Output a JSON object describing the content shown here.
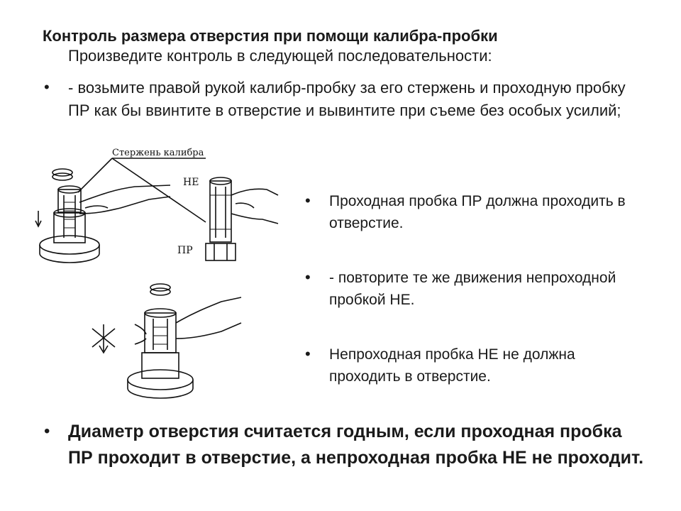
{
  "slide": {
    "title": "Контроль размера отверстия при помощи калибра-пробки",
    "subtitle": "Произведите контроль в следующей последовательности:",
    "bullet_char": "•",
    "step1": "- возьмите правой рукой калибр-пробку за его стержень и проходную пробку ПР как бы ввинтите в отверстие и вывинтите при съеме без особых усилий;",
    "right_bullets": [
      "Проходная пробка ПР должна проходить в отверстие.",
      "- повторите те же движения непроходной пробкой НЕ.",
      "Непроходная пробка НЕ не должна проходить в отверстие."
    ],
    "conclusion": "Диаметр отверстия считается годным, если проходная пробка ПР проходит в отверстие, а непроходная пробка НЕ не проходит."
  },
  "figure": {
    "label_rod": "Стержень калибра",
    "label_ne": "НЕ",
    "label_pr": "ПР"
  }
}
